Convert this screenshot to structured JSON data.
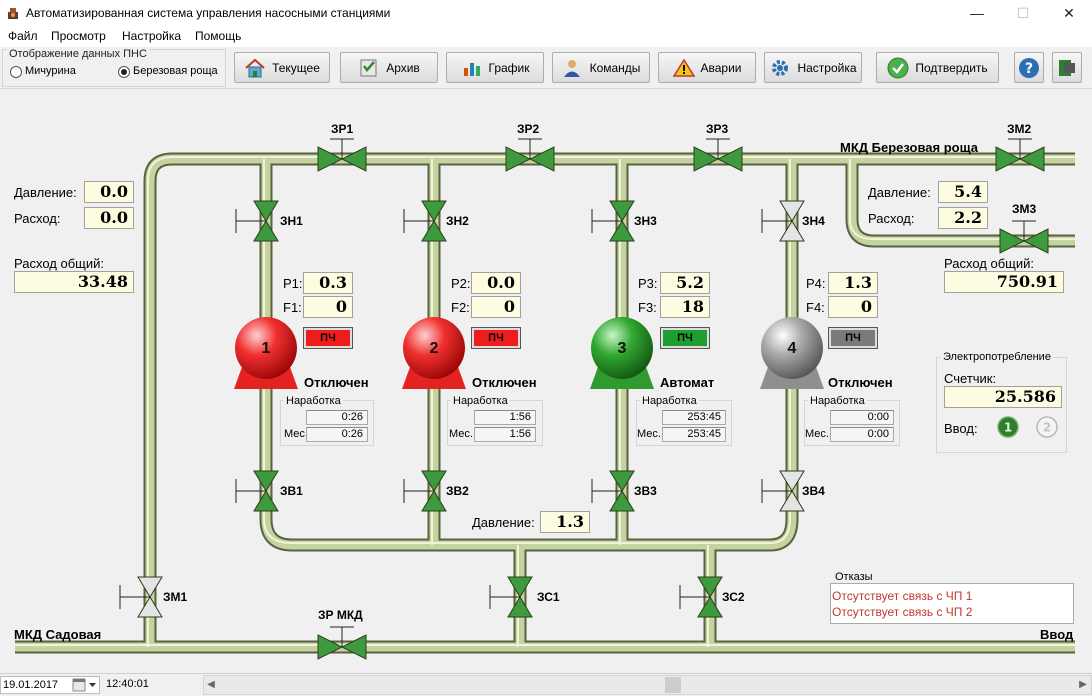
{
  "window": {
    "title": "Автоматизированная система управления насосными станциями",
    "minimize_glyph": "—",
    "maximize_glyph": "☐",
    "close_glyph": "✕"
  },
  "menu": [
    "Файл",
    "Просмотр",
    "Настройка",
    "Помощь"
  ],
  "station_group": {
    "title": "Отображение данных ПНС",
    "options": [
      {
        "label": "Мичурина",
        "selected": false
      },
      {
        "label": "Березовая роща",
        "selected": true
      }
    ]
  },
  "toolbar": {
    "buttons": [
      {
        "label": "Текущее",
        "icon": "house-icon"
      },
      {
        "label": "Архив",
        "icon": "archive-icon"
      },
      {
        "label": "График",
        "icon": "chart-icon"
      },
      {
        "label": "Команды",
        "icon": "user-icon"
      },
      {
        "label": "Аварии",
        "icon": "warning-icon"
      },
      {
        "label": "Настройка",
        "icon": "gear-icon"
      },
      {
        "label": "Подтвердить",
        "icon": "check-icon"
      }
    ],
    "help_icon": "question-icon",
    "exit_icon": "exit-icon"
  },
  "valves": {
    "zr1": "ЗР1",
    "zr2": "ЗР2",
    "zr3": "ЗР3",
    "zm2": "ЗМ2",
    "zm3": "ЗМ3",
    "zn1": "ЗН1",
    "zn2": "ЗН2",
    "zn3": "ЗН3",
    "zn4": "ЗН4",
    "zv1": "ЗВ1",
    "zv2": "ЗВ2",
    "zv3": "ЗВ3",
    "zv4": "ЗВ4",
    "zm1": "ЗМ1",
    "zs1": "ЗС1",
    "zs2": "ЗС2",
    "zr_mkd": "ЗР МКД"
  },
  "left_panel": {
    "pressure_label": "Давление:",
    "pressure": "0.0",
    "flow_label": "Расход:",
    "flow": "0.0",
    "total_flow_label": "Расход общий:",
    "total_flow": "33.48"
  },
  "right_panel": {
    "line_name": "МКД Березовая роща",
    "pressure_label": "Давление:",
    "pressure": "5.4",
    "flow_label": "Расход:",
    "flow": "2.2",
    "total_flow_label": "Расход общий:",
    "total_flow": "750.91"
  },
  "pumps": [
    {
      "number": "1",
      "p_label": "P1:",
      "p": "0.3",
      "f_label": "F1:",
      "f": "0",
      "vfd": "ПЧ",
      "vfd_color": "#ee1c1c",
      "status": "Отключен",
      "color": "#e52222",
      "run_title": "Наработка",
      "run_label": "",
      "run": "0:26",
      "month_label": "Мес.",
      "month": "0:26"
    },
    {
      "number": "2",
      "p_label": "P2:",
      "p": "0.0",
      "f_label": "F2:",
      "f": "0",
      "vfd": "ПЧ",
      "vfd_color": "#ee1c1c",
      "status": "Отключен",
      "color": "#e52222",
      "run_title": "Наработка",
      "run_label": "",
      "run": "1:56",
      "month_label": "Мес.",
      "month": "1:56"
    },
    {
      "number": "3",
      "p_label": "P3:",
      "p": "5.2",
      "f_label": "F3:",
      "f": "18",
      "vfd": "ПЧ",
      "vfd_color": "#1e9e2e",
      "status": "Автомат",
      "color": "#2f9a2f",
      "run_title": "Наработка",
      "run_label": "",
      "run": "253:45",
      "month_label": "Мес.",
      "month": "253:45"
    },
    {
      "number": "4",
      "p_label": "P4:",
      "p": "1.3",
      "f_label": "F4:",
      "f": "0",
      "vfd": "ПЧ",
      "vfd_color": "#7a7a7a",
      "status": "Отключен",
      "color": "#8f8f8f",
      "run_title": "Наработка",
      "run_label": "",
      "run": "0:00",
      "month_label": "Мес.",
      "month": "0:00"
    }
  ],
  "header_pressure": {
    "label": "Давление:",
    "value": "1.3"
  },
  "power": {
    "title": "Электропотребление",
    "counter_label": "Счетчик:",
    "counter": "25.586",
    "input_label": "Ввод:",
    "inputs": [
      "1",
      "2"
    ]
  },
  "faults": {
    "title": "Отказы",
    "items": [
      "Отсутствует связь с ЧП 1",
      "Отсутствует связь с ЧП 2"
    ]
  },
  "bottom": {
    "left_line": "МКД Садовая",
    "right_line": "Ввод"
  },
  "status": {
    "date": "19.01.2017",
    "time": "12:40:01"
  }
}
